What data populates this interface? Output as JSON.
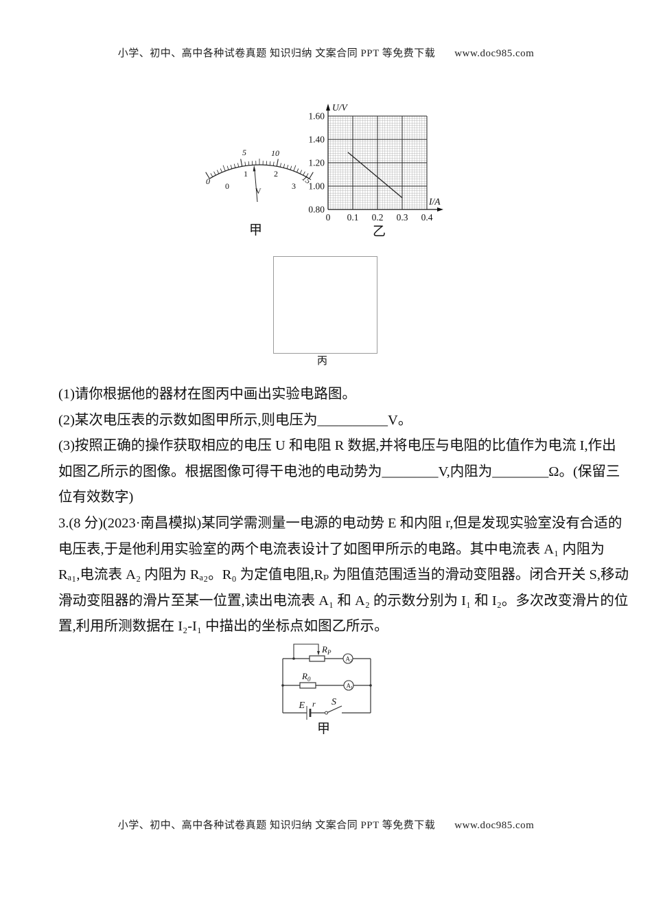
{
  "header": {
    "promo": "小学、初中、高中各种试卷真题 知识归纳 文案合同 PPT 等免费下载",
    "site": "www.doc985.com"
  },
  "footer": {
    "promo": "小学、初中、高中各种试卷真题 知识归纳 文案合同 PPT 等免费下载",
    "site": "www.doc985.com"
  },
  "meter": {
    "caption": "甲",
    "unit": "V",
    "divisions": 30,
    "outer_labels": [
      "0",
      "5",
      "10",
      "15"
    ],
    "inner_labels": [
      "0",
      "1",
      "2",
      "3"
    ]
  },
  "graph": {
    "caption": "乙"
  },
  "chart_data": {
    "type": "line",
    "title": "",
    "xlabel": "I/A",
    "ylabel": "U/V",
    "xlim": [
      0,
      0.4
    ],
    "ylim": [
      0.8,
      1.6
    ],
    "xticks": [
      "0",
      "0.1",
      "0.2",
      "0.3",
      "0.4"
    ],
    "yticks": [
      "0.80",
      "1.00",
      "1.20",
      "1.40",
      "1.60"
    ],
    "grid": "fine graph paper, 10 minor divisions per major",
    "minor_per_major": 10,
    "series": [
      {
        "name": "U vs I fitted line",
        "x": [
          0.08,
          0.3
        ],
        "y": [
          1.29,
          0.9
        ]
      }
    ]
  },
  "box": {
    "caption": "丙"
  },
  "questions": {
    "lines": [
      "(1)请你根据他的器材在图丙中画出实验电路图。",
      "(2)某次电压表的示数如图甲所示,则电压为__________V。",
      "(3)按照正确的操作获取相应的电压 U 和电阻 R 数据,并将电压与电阻的比值作为电流 I,作出",
      "如图乙所示的图像。根据图像可得干电池的电动势为________V,内阻为________Ω。(保留三",
      "位有效数字)",
      "3.(8 分)(2023·南昌模拟)某同学需测量一电源的电动势 E 和内阻 r,但是发现实验室没有合适的",
      "电压表,于是他利用实验室的两个电流表设计了如图甲所示的电路。其中电流表 A₁ 内阻为",
      "Rₐ₁,电流表 A₂ 内阻为 Rₐ₂。R₀ 为定值电阻,Rₚ 为阻值范围适当的滑动变阻器。闭合开关 S,移动",
      "滑动变阻器的滑片至某一位置,读出电流表 A₁ 和 A₂ 的示数分别为 I₁ 和 I₂。多次改变滑片的位",
      "置,利用所测数据在 I₂-I₁ 中描出的坐标点如图乙所示。"
    ]
  },
  "circuit": {
    "caption": "甲",
    "labels": {
      "rp": {
        "base": "R",
        "sub": "P"
      },
      "r0": {
        "base": "R",
        "sub": "0"
      },
      "a2": {
        "base": "A",
        "sub": "2"
      },
      "a1": {
        "base": "A",
        "sub": "1"
      },
      "emf": "E",
      "internal_r": "r",
      "switch": "S"
    }
  }
}
